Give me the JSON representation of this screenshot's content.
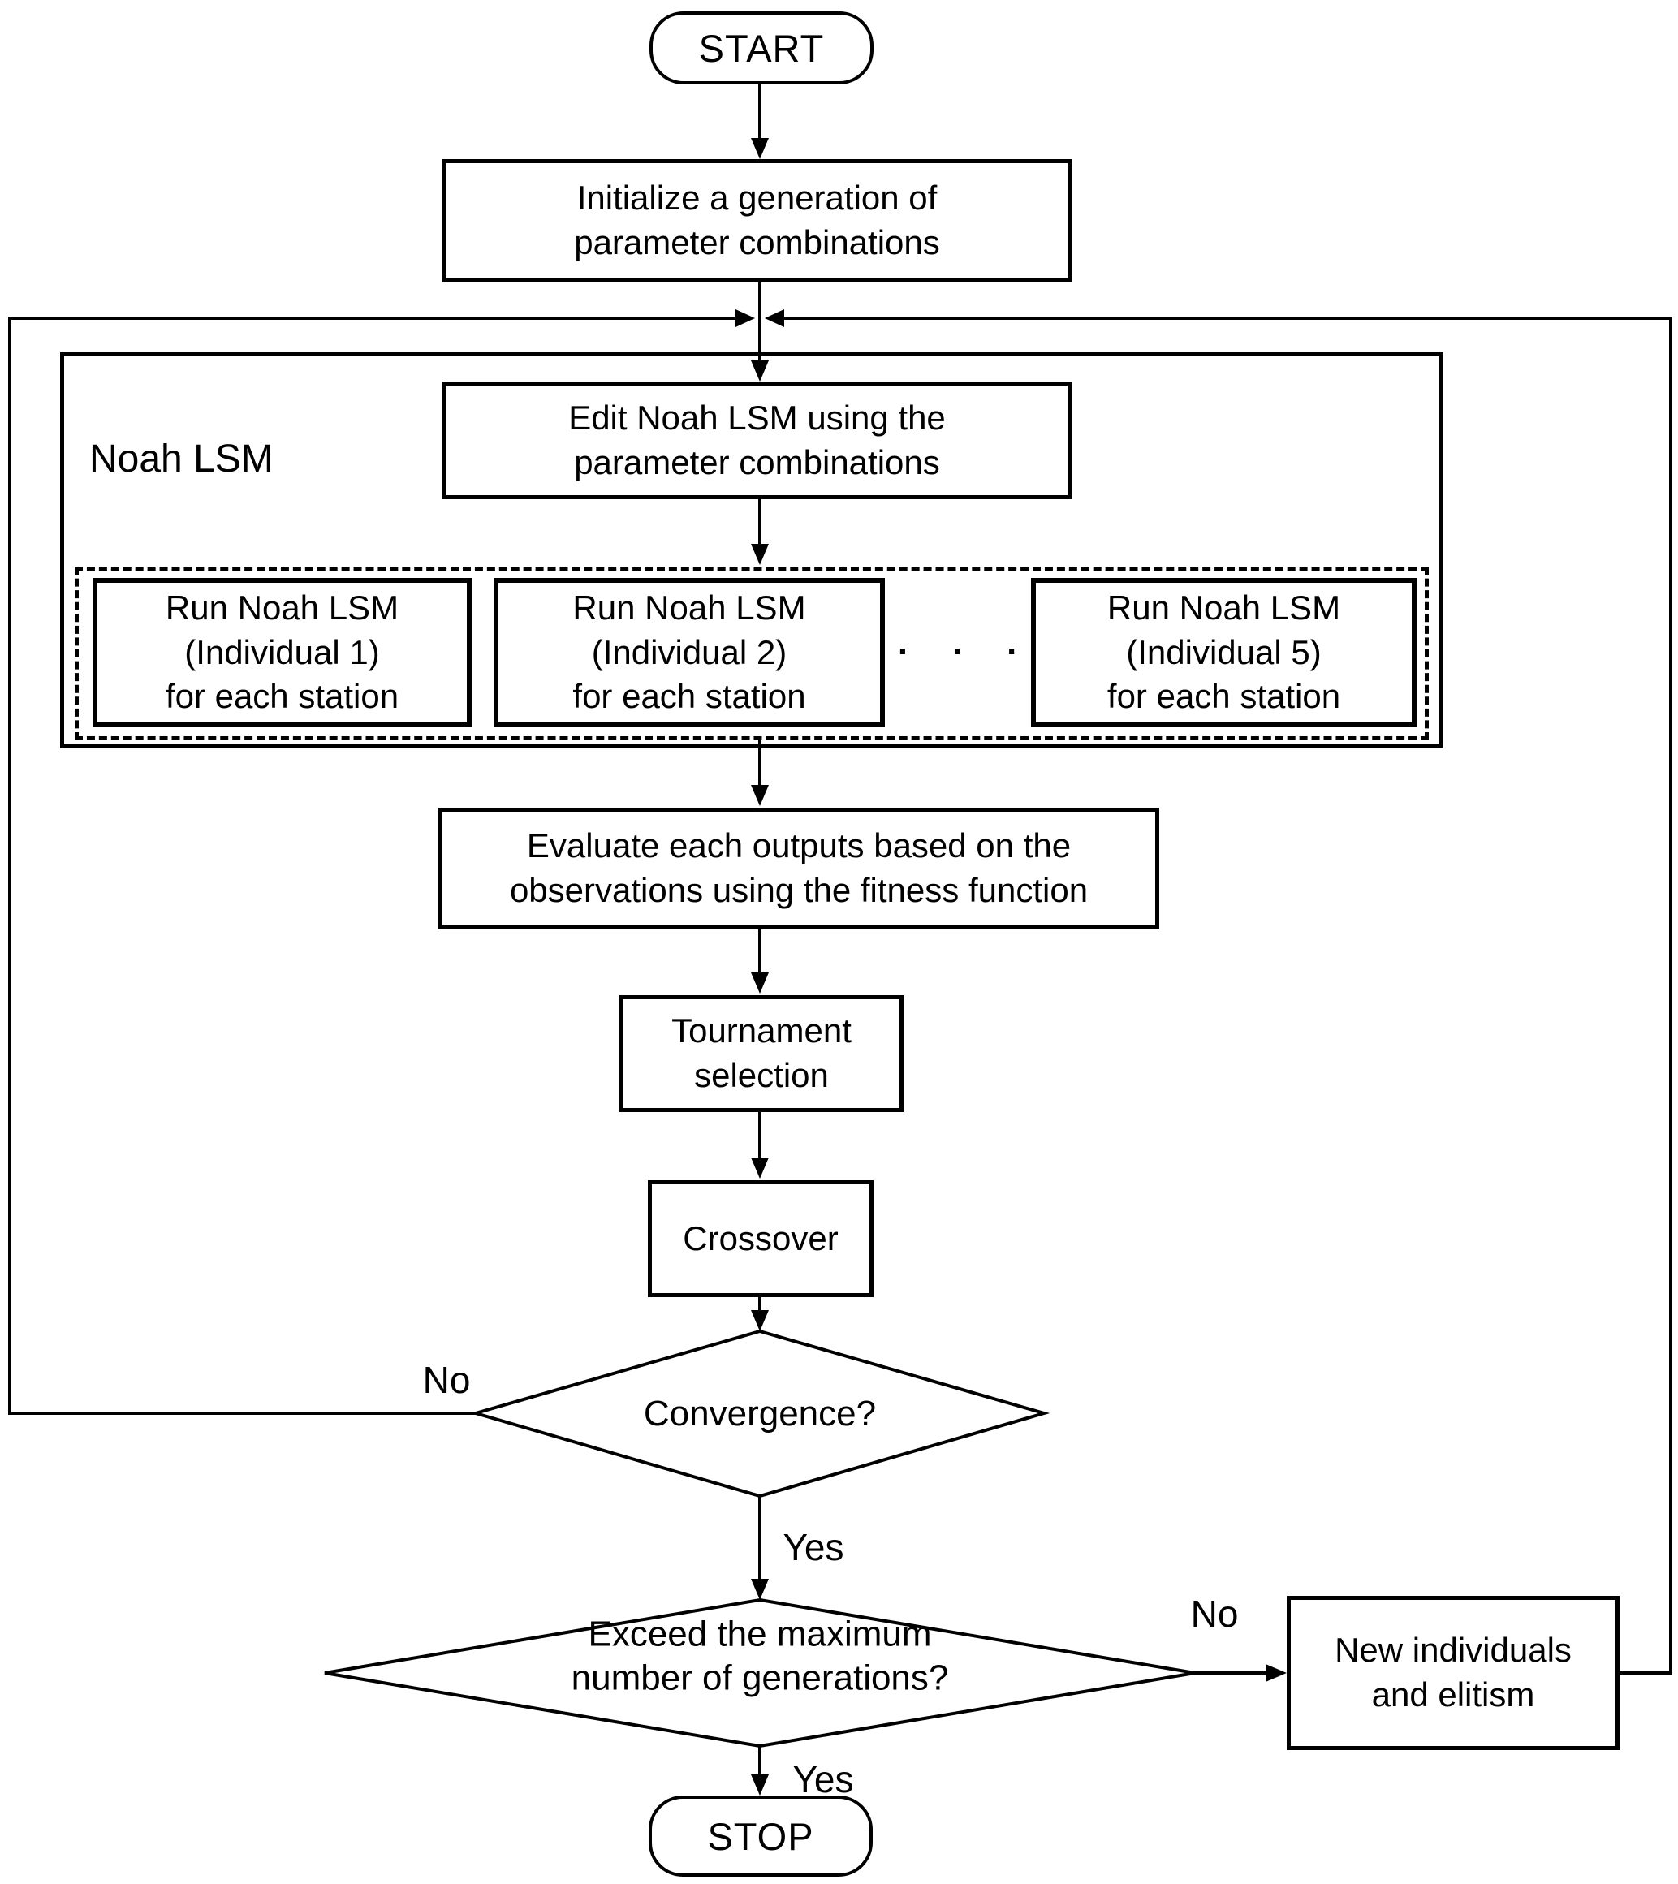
{
  "nodes": {
    "start": "START",
    "initialize": "Initialize a generation of\nparameter combinations",
    "noah_lsm_label": "Noah LSM",
    "edit": "Edit Noah LSM using the\nparameter combinations",
    "run_individual_1": "Run Noah LSM\n(Individual 1)\nfor each station",
    "run_individual_2": "Run Noah LSM\n(Individual 2)\nfor each station",
    "ellipsis": "· · ·",
    "run_individual_5": "Run Noah LSM\n(Individual 5)\nfor each station",
    "evaluate": "Evaluate each outputs based on the\nobservations using the fitness function",
    "tournament": "Tournament\nselection",
    "crossover": "Crossover",
    "convergence": "Convergence?",
    "exceed_max": "Exceed the maximum\nnumber of generations?",
    "new_individuals": "New individuals\nand elitism",
    "stop": "STOP"
  },
  "edge_labels": {
    "convergence_no": "No",
    "convergence_yes": "Yes",
    "exceed_no": "No",
    "exceed_yes": "Yes"
  },
  "colors": {
    "line": "#000000",
    "background": "#ffffff"
  }
}
